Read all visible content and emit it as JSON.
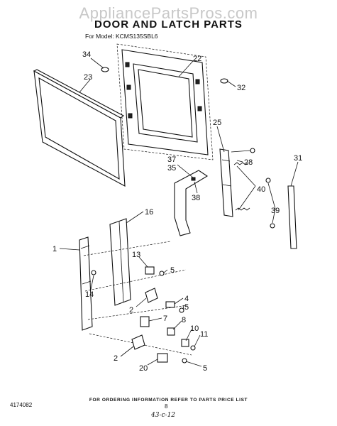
{
  "watermark": "AppliancePartsPros.com",
  "title": "DOOR AND LATCH PARTS",
  "model_line": "For Model: KCMS135SBL6",
  "callouts": {
    "c34": "34",
    "c23": "23",
    "c22": "22",
    "c32": "32",
    "c25": "25",
    "c31": "31",
    "c28": "28",
    "c37": "37",
    "c35": "35",
    "c40": "40",
    "c38": "38",
    "c39": "39",
    "c16": "16",
    "c1": "1",
    "c13": "13",
    "c5a": "5",
    "c14": "14",
    "c4": "4",
    "c5b": "5",
    "c2a": "2",
    "c7": "7",
    "c8": "8",
    "c10": "10",
    "c11": "11",
    "c2b": "2",
    "c20": "20",
    "c5c": "5"
  },
  "footer_note": "FOR ORDERING INFORMATION REFER TO PARTS PRICE LIST",
  "doc_number": "4174082",
  "page_number": "8",
  "handwritten_code": "43-c-12"
}
